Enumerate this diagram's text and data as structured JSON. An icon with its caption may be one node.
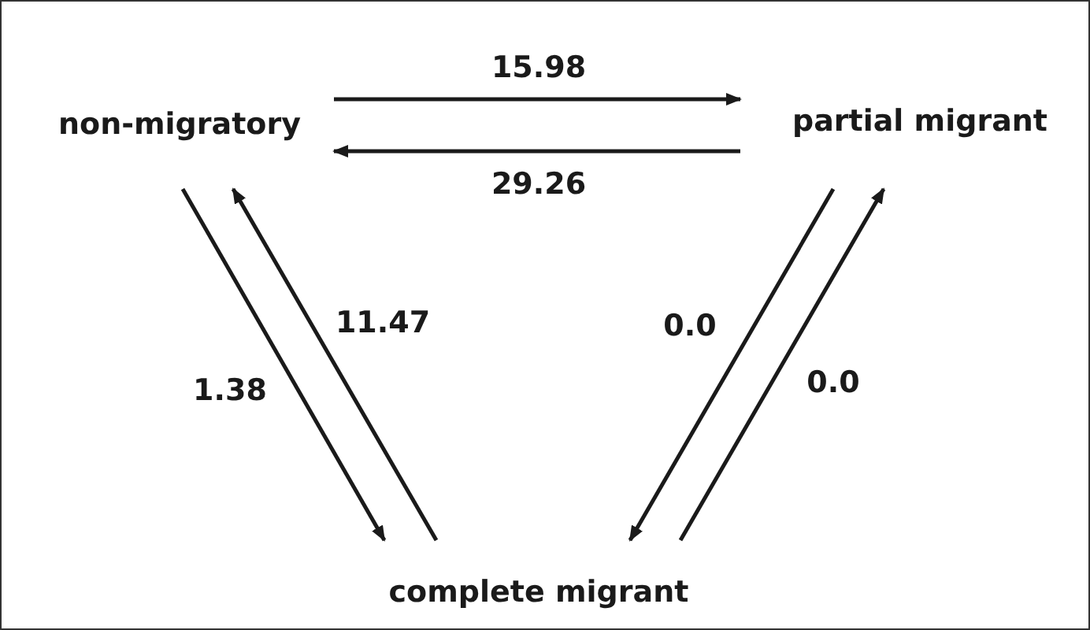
{
  "diagram": {
    "nodes": [
      {
        "text": [
          "non-migratory"
        ]
      },
      {
        "text": [
          "partial migrant"
        ]
      },
      {
        "text": [
          "complete migrant"
        ]
      }
    ],
    "edges": [
      {
        "from": 0,
        "to": 1,
        "arrow": "to",
        "label": "15.98"
      },
      {
        "from": 1,
        "to": 0,
        "arrow": "to",
        "label": "29.26"
      },
      {
        "from": 0,
        "to": 2,
        "arrow": "to",
        "label": "1.38"
      },
      {
        "from": 2,
        "to": 0,
        "arrow": "to",
        "label": "11.47"
      },
      {
        "from": 1,
        "to": 2,
        "arrow": "to",
        "label": "0.0"
      },
      {
        "from": 2,
        "to": 1,
        "arrow": "to",
        "label": "0.0"
      }
    ]
  }
}
